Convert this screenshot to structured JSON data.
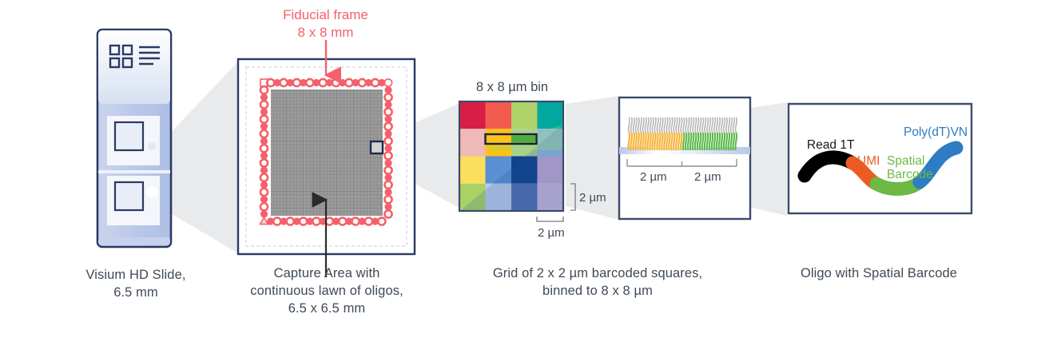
{
  "figure": {
    "title_fiducial": "Fiducial frame",
    "subtitle_fiducial": "8 x 8 mm",
    "bin_label": "8 x 8 µm bin",
    "scale_h": "2 µm",
    "scale_v": "2 µm",
    "lawn_scale_left": "2 µm",
    "lawn_scale_right": "2 µm"
  },
  "colors": {
    "fiducial_red": "#F4606C",
    "navy": "#2b3a63",
    "caption": "#3f4a56",
    "slide_blue": "#b9c7e8",
    "wedge_gray": "#e9eaec",
    "grid_gray": "#8d8d8d",
    "oligo_read1t": "#000000",
    "oligo_umi": "#ED5B24",
    "oligo_barcode": "#6CB944",
    "oligo_polydt": "#2E7CC4",
    "lawn_orange": "#F5B335",
    "lawn_green": "#5BBA47",
    "lawn_tip": "#9a9a9a"
  },
  "panels": [
    {
      "id": "slide",
      "caption": [
        "Visium HD Slide,",
        "6.5 mm"
      ]
    },
    {
      "id": "capture",
      "caption": [
        "Capture Area with",
        "continuous lawn of oligos,",
        "6.5 x 6.5 mm"
      ]
    },
    {
      "id": "bin",
      "caption": [
        "Grid of 2 x 2 µm barcoded squares,",
        "binned to 8 x 8 µm"
      ]
    },
    {
      "id": "oligo",
      "caption": [
        "Oligo with Spatial Barcode"
      ]
    }
  ],
  "oligo_segments": [
    {
      "name": "Read 1T",
      "color": "#000000",
      "label": "Read 1T"
    },
    {
      "name": "UMI",
      "color": "#ED5B24",
      "label": "UMI"
    },
    {
      "name": "SpatialBarcode",
      "color": "#6CB944",
      "label_line1": "Spatial",
      "label_line2": "Barcode"
    },
    {
      "name": "PolydTVN",
      "color": "#2E7CC4",
      "label": "Poly(dT)VN"
    }
  ],
  "bin_grid": {
    "rows": 4,
    "cols": 4,
    "cells": [
      [
        "#D81E45",
        "#F25B4E",
        "#AFD16A",
        "#00A8A0"
      ],
      [
        "#EEB9B6",
        "#FBC219",
        "#A9D18E",
        "#8CB8DF"
      ],
      [
        "#FBDE5C",
        "#5B8FD4",
        "#10428C",
        "#BDA8D4"
      ],
      [
        "#A9D166",
        "#B9CBEA",
        "#5070B4",
        "#C7B6DC"
      ]
    ],
    "highlight": {
      "row": 1,
      "col_start": 1,
      "col_span": 2,
      "stroke": "#1d2b4d",
      "fill_left": "#FBC219",
      "fill_right": "#4CAF3E"
    }
  }
}
